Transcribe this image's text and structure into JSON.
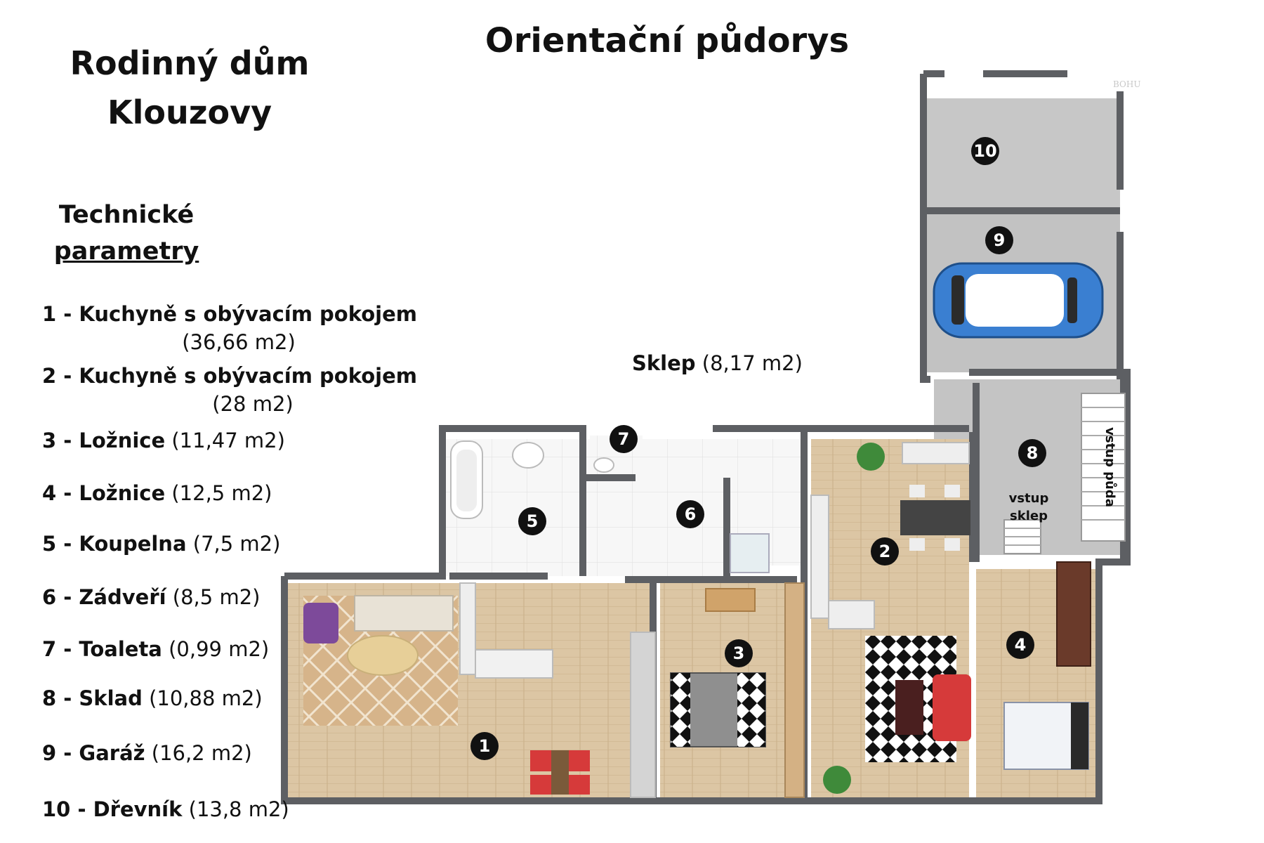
{
  "header": {
    "title_line1": "Rodinný dům",
    "title_line2": "Klouzovy",
    "plan_title": "Orientační půdorys"
  },
  "tech": {
    "line1": "Technické",
    "line2": "parametry"
  },
  "rooms": [
    {
      "prefix": "1 - Kuchyně s obývacím pokojem",
      "area": "(36,66 m2)"
    },
    {
      "prefix": "2 - Kuchyně s obývacím pokojem",
      "area": "(28 m2)"
    },
    {
      "prefix": "3 - Ložnice",
      "area": "(11,47 m2)"
    },
    {
      "prefix": "4 - Ložnice",
      "area": "(12,5 m2)"
    },
    {
      "prefix": "5 - Koupelna",
      "area": "(7,5 m2)"
    },
    {
      "prefix": "6 - Zádveří",
      "area": "(8,5 m2)"
    },
    {
      "prefix": "7 - Toaleta",
      "area": "(0,99 m2)"
    },
    {
      "prefix": "8 - Sklad",
      "area": "(10,88 m2)"
    },
    {
      "prefix": "9 - Garáž",
      "area": "(16,2 m2)"
    },
    {
      "prefix": "10 - Dřevník",
      "area": "(13,8 m2)"
    }
  ],
  "sklep": {
    "name": "Sklep",
    "area": "(8,17 m2)"
  },
  "plan": {
    "badges": [
      "1",
      "2",
      "3",
      "4",
      "5",
      "6",
      "7",
      "8",
      "9",
      "10"
    ],
    "label_vstup": "vstup",
    "label_sklep": "sklep",
    "label_vstup_puda": "vstup půda",
    "watermark": "BOHU"
  },
  "colors": {
    "wall": "#5d5f63",
    "wood": "#d9c2a0",
    "tile": "#f4f4f4",
    "concrete": "#bdbdbd",
    "badge": "#111111",
    "car": "#3a7fd1"
  }
}
